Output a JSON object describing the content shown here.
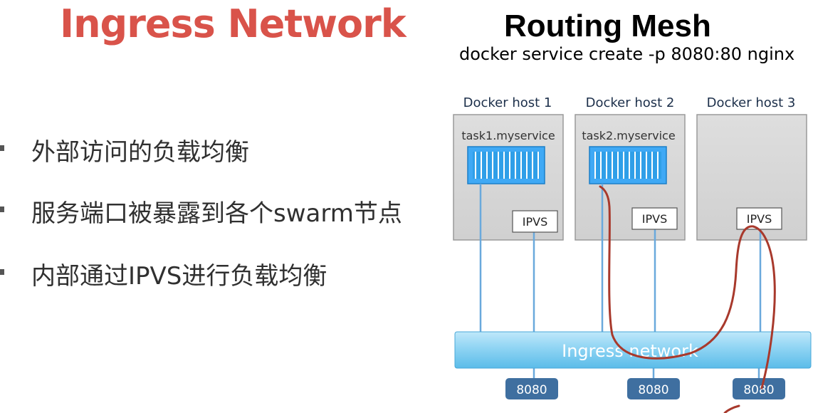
{
  "slide": {
    "title": "Ingress Network",
    "bullets": [
      "外部访问的负载均衡",
      "服务端口被暴露到各个swarm节点",
      "内部通过IPVS进行负载均衡"
    ]
  },
  "diagram": {
    "title": "Routing Mesh",
    "command": "docker service create -p 8080:80 nginx",
    "hosts": [
      {
        "label": "Docker host 1",
        "task": "task1.myservice",
        "ipvs": "IPVS",
        "port": "8080"
      },
      {
        "label": "Docker host 2",
        "task": "task2.myservice",
        "ipvs": "IPVS",
        "port": "8080"
      },
      {
        "label": "Docker host 3",
        "task": "",
        "ipvs": "IPVS",
        "port": "8080"
      }
    ],
    "network_label": "Ingress network",
    "colors": {
      "title_red": "#d9534a",
      "host_box": "#d7d7d7",
      "container_blue": "#3fa9f5",
      "network_blue": "#8dd3f3",
      "port_badge": "#3f6fa0",
      "annotation_red": "#a8392c"
    }
  }
}
